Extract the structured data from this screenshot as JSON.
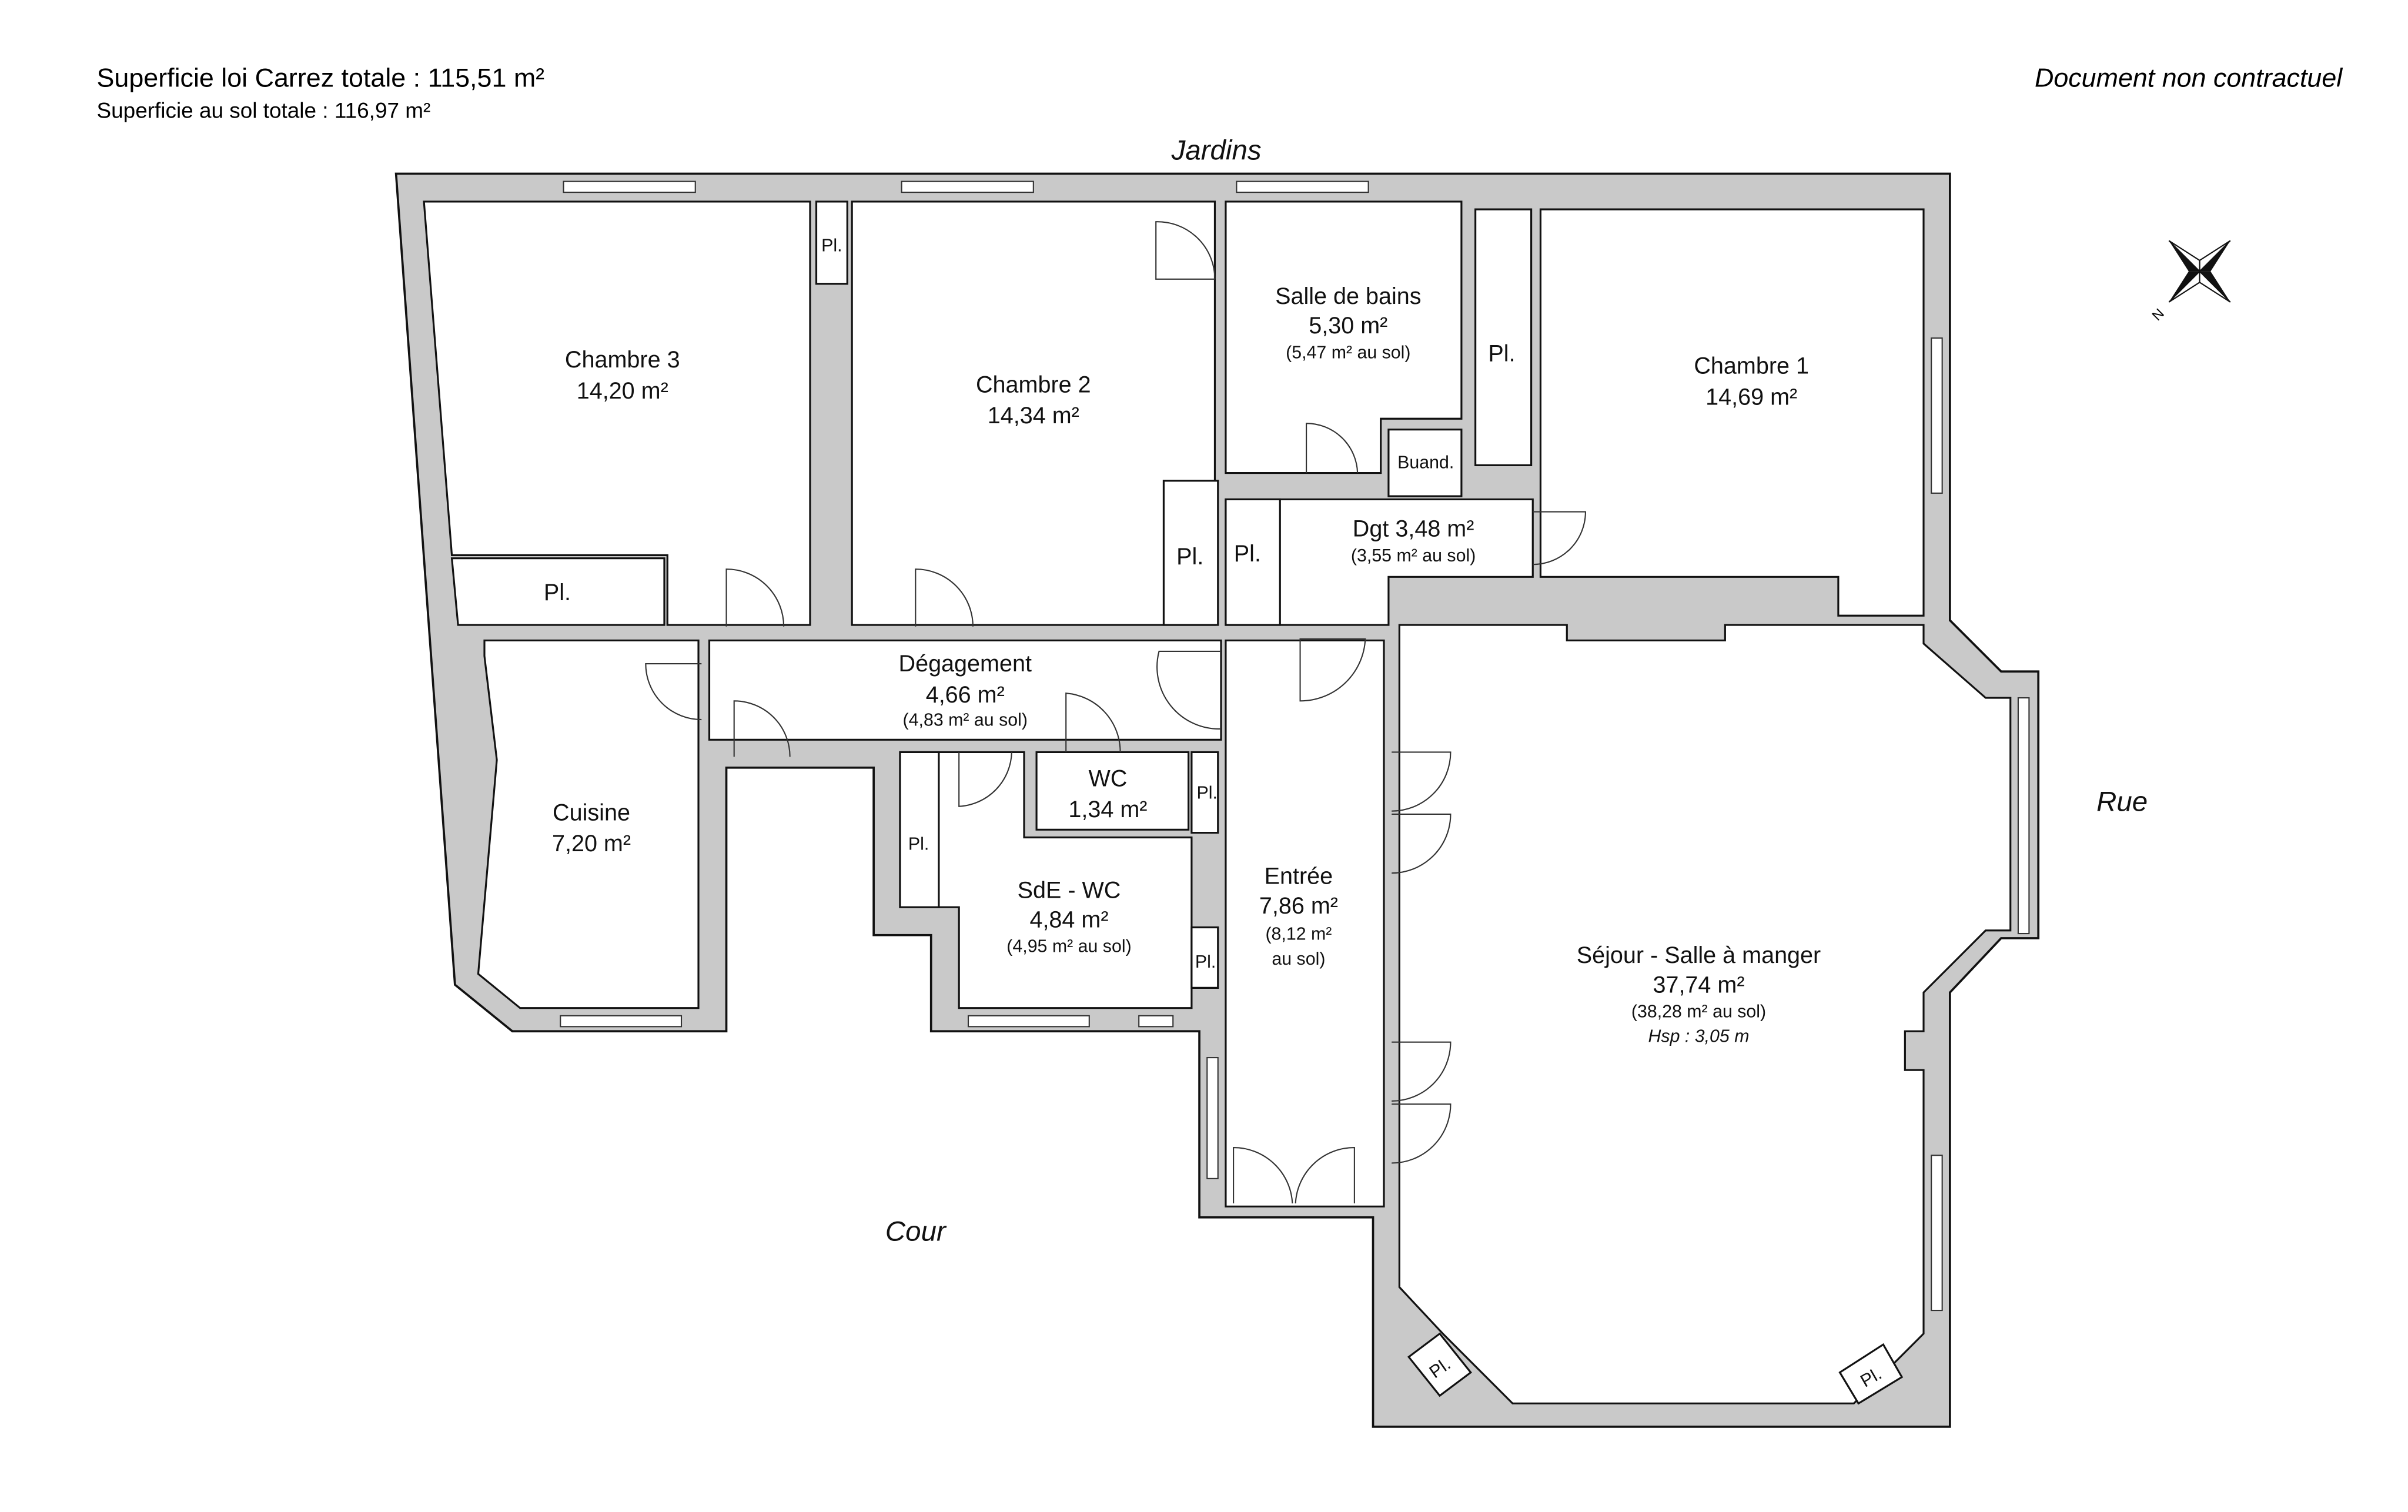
{
  "header": {
    "carrez_total": "Superficie loi Carrez totale :  115,51 m²",
    "sol_total": "Superficie au sol totale :  116,97 m²",
    "disclaimer": "Document non contractuel"
  },
  "orientation": {
    "jardins": "Jardins",
    "rue": "Rue",
    "cour": "Cour",
    "north": "N"
  },
  "rooms": {
    "chambre3": {
      "name": "Chambre 3",
      "area": "14,20 m²"
    },
    "chambre2": {
      "name": "Chambre 2",
      "area": "14,34 m²"
    },
    "sdb": {
      "name": "Salle de bains",
      "area": "5,30 m²",
      "sol": "(5,47 m² au sol)"
    },
    "chambre1": {
      "name": "Chambre 1",
      "area": "14,69 m²"
    },
    "buand": {
      "name": "Buand."
    },
    "dgt": {
      "name": "Dgt 3,48 m²",
      "sol": "(3,55 m² au sol)"
    },
    "degagement": {
      "name": "Dégagement",
      "area": "4,66 m²",
      "sol": "(4,83 m² au sol)"
    },
    "cuisine": {
      "name": "Cuisine",
      "area": "7,20 m²"
    },
    "wc": {
      "name": "WC",
      "area": "1,34 m²"
    },
    "sde": {
      "name": "SdE - WC",
      "area": "4,84 m²",
      "sol": "(4,95 m² au sol)"
    },
    "entree": {
      "name": "Entrée",
      "area": "7,86 m²",
      "sol1": "(8,12 m²",
      "sol2": "au sol)"
    },
    "sejour": {
      "name": "Séjour - Salle à manger",
      "area": "37,74 m²",
      "sol": "(38,28 m² au sol)",
      "hsp": "Hsp : 3,05 m"
    }
  },
  "placards": {
    "label": "Pl."
  }
}
